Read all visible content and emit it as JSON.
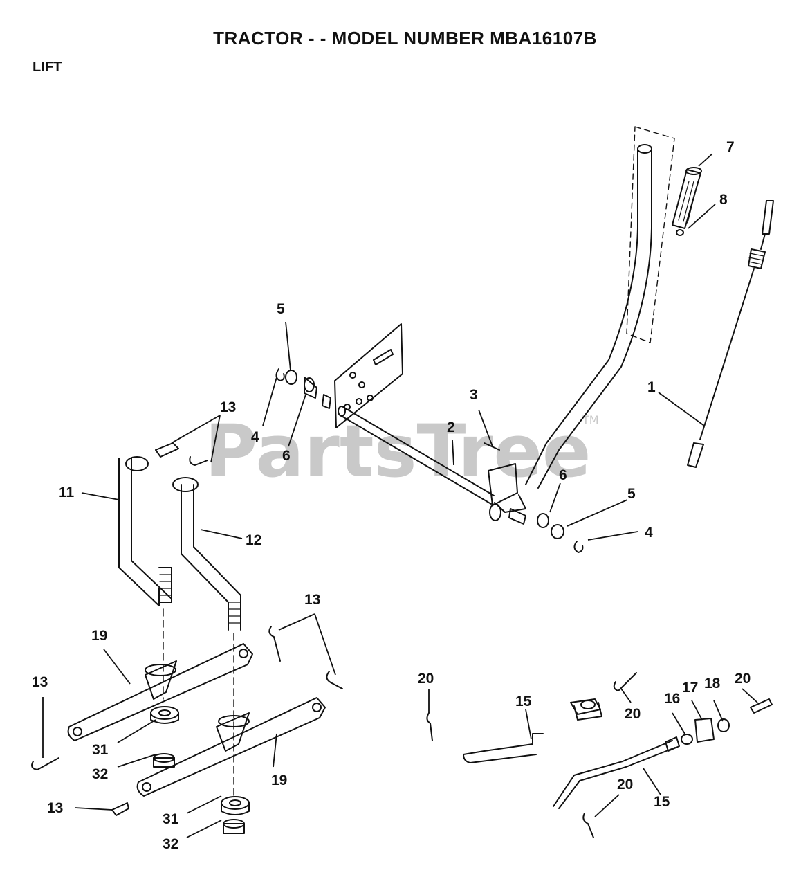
{
  "header": {
    "title": "TRACTOR - - MODEL NUMBER MBA16107B",
    "section": "LIFT"
  },
  "watermark": {
    "text": "PartsTree",
    "tm": "TM"
  },
  "callouts": {
    "c7": "7",
    "c8": "8",
    "c5a": "5",
    "c4a": "4",
    "c6a": "6",
    "c3": "3",
    "c2": "2",
    "c1": "1",
    "c13a": "13",
    "c11": "11",
    "c12": "12",
    "c6b": "6",
    "c5b": "5",
    "c4b": "4",
    "c13b": "13",
    "c19a": "19",
    "c13c": "13",
    "c31a": "31",
    "c32a": "32",
    "c19b": "19",
    "c13d": "13",
    "c31b": "31",
    "c32b": "32",
    "c20a": "20",
    "c15a": "15",
    "c20b": "20",
    "c16": "16",
    "c17": "17",
    "c18": "18",
    "c20c": "20",
    "c20d": "20",
    "c15b": "15"
  }
}
